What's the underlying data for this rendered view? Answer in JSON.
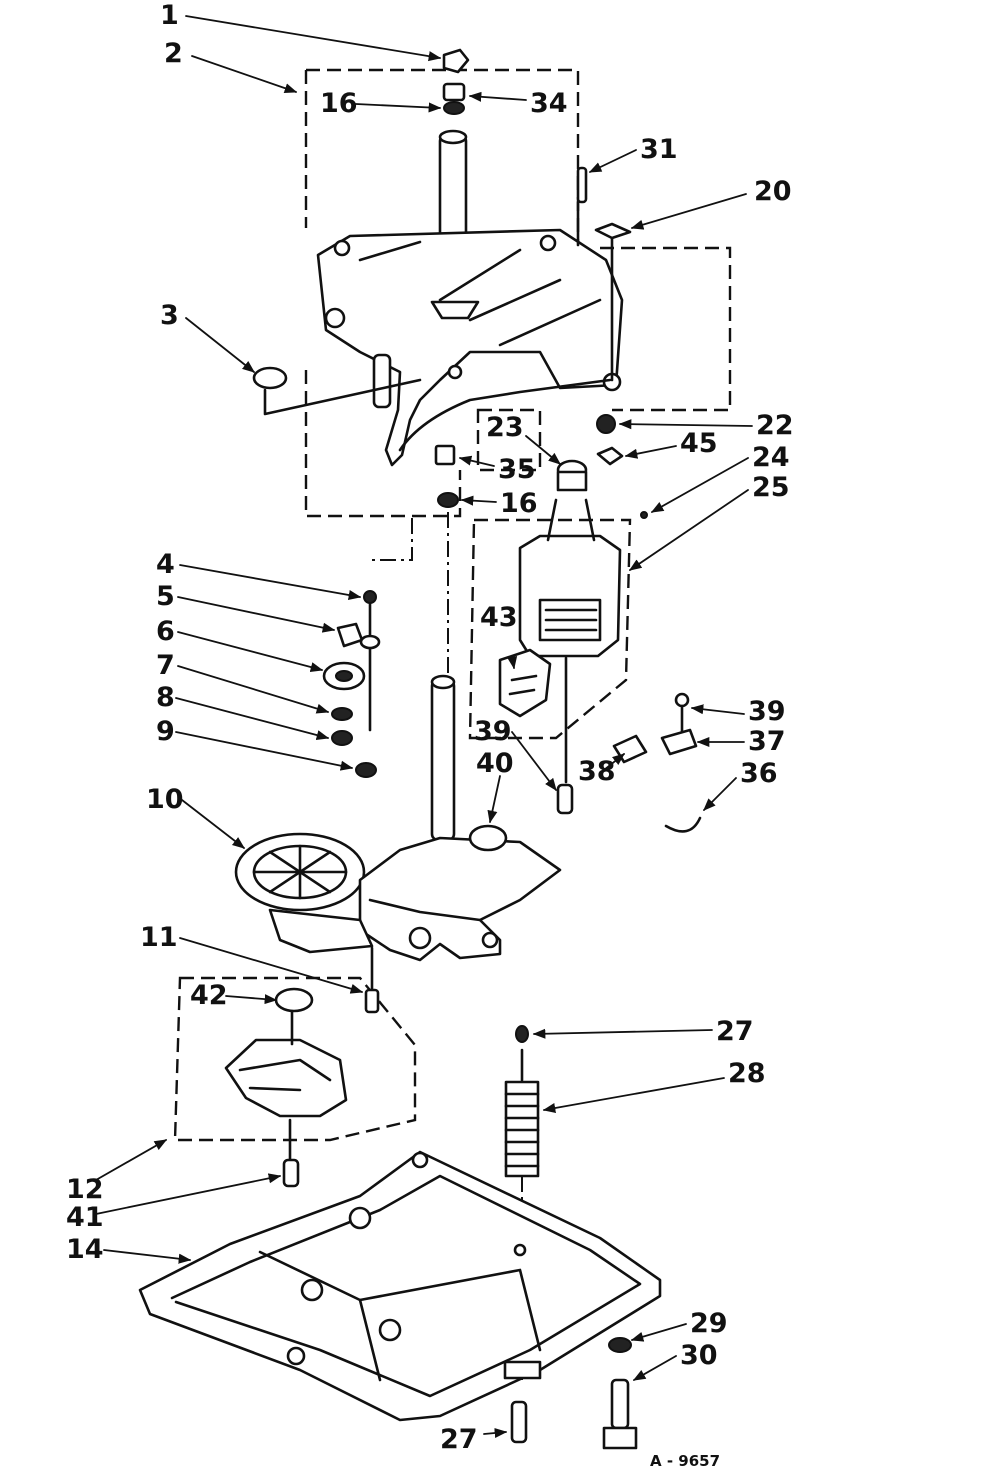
{
  "drawing_code": "A - 9657",
  "callouts": [
    {
      "id": "c1",
      "text": "1"
    },
    {
      "id": "c2",
      "text": "2"
    },
    {
      "id": "c3",
      "text": "3"
    },
    {
      "id": "c4",
      "text": "4"
    },
    {
      "id": "c5",
      "text": "5"
    },
    {
      "id": "c6",
      "text": "6"
    },
    {
      "id": "c7",
      "text": "7"
    },
    {
      "id": "c8",
      "text": "8"
    },
    {
      "id": "c9",
      "text": "9"
    },
    {
      "id": "c10",
      "text": "10"
    },
    {
      "id": "c11",
      "text": "11"
    },
    {
      "id": "c12",
      "text": "12"
    },
    {
      "id": "c14",
      "text": "14"
    },
    {
      "id": "c16a",
      "text": "16"
    },
    {
      "id": "c16b",
      "text": "16"
    },
    {
      "id": "c20",
      "text": "20"
    },
    {
      "id": "c22",
      "text": "22"
    },
    {
      "id": "c23",
      "text": "23"
    },
    {
      "id": "c24",
      "text": "24"
    },
    {
      "id": "c25",
      "text": "25"
    },
    {
      "id": "c27a",
      "text": "27"
    },
    {
      "id": "c27b",
      "text": "27"
    },
    {
      "id": "c28",
      "text": "28"
    },
    {
      "id": "c29",
      "text": "29"
    },
    {
      "id": "c30",
      "text": "30"
    },
    {
      "id": "c31",
      "text": "31"
    },
    {
      "id": "c34",
      "text": "34"
    },
    {
      "id": "c35",
      "text": "35"
    },
    {
      "id": "c36",
      "text": "36"
    },
    {
      "id": "c37",
      "text": "37"
    },
    {
      "id": "c38",
      "text": "38"
    },
    {
      "id": "c39a",
      "text": "39"
    },
    {
      "id": "c39b",
      "text": "39"
    },
    {
      "id": "c40",
      "text": "40"
    },
    {
      "id": "c41",
      "text": "41"
    },
    {
      "id": "c42",
      "text": "42"
    },
    {
      "id": "c43",
      "text": "43"
    },
    {
      "id": "c45",
      "text": "45"
    }
  ]
}
